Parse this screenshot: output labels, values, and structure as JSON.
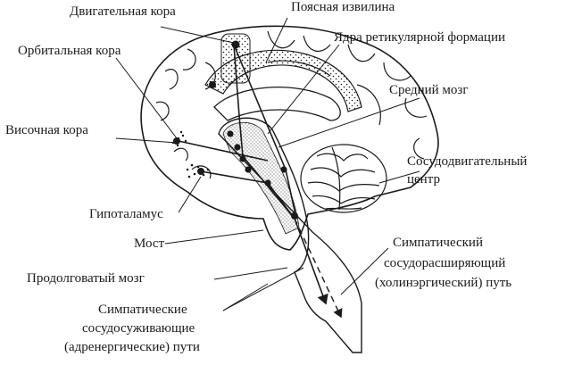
{
  "labels": {
    "motor_cortex": "Двигательная кора",
    "cingulate_gyrus": "Поясная извилина",
    "reticular_nuclei": "Ядра ретикулярной формации",
    "orbital_cortex": "Орбитальная кора",
    "midbrain": "Средний мозг",
    "temporal_cortex": "Височная кора",
    "vasomotor_center_1": "Сосудодвигательный",
    "vasomotor_center_2": "центр",
    "hypothalamus": "Гипоталамус",
    "pons": "Мост",
    "medulla": "Продолговатый мозг",
    "dilator_path_1": "Симпатический",
    "dilator_path_2": "сосудорасширяющий",
    "dilator_path_3": "(холинэргический) путь",
    "constrictor_path_1": "Симпатические",
    "constrictor_path_2": "сосудосуживающие",
    "constrictor_path_3": "(адренергические) пути"
  },
  "colors": {
    "ink": "#1a1a1a",
    "background": "#ffffff"
  }
}
